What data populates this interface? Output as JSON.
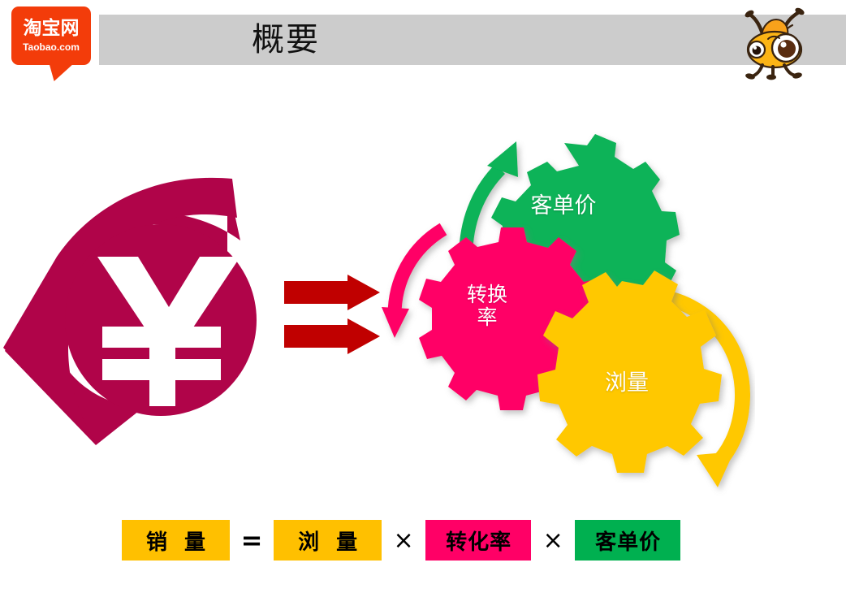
{
  "header": {
    "title": "概要",
    "bar_color": "#cccccc"
  },
  "logo": {
    "name": "taobao-logo",
    "cn_text": "淘宝网",
    "en_text": "Taobao.com",
    "color": "#f33c0a"
  },
  "mascot": {
    "name": "ant-mascot-icon",
    "body_color": "#FFAA00",
    "outline_color": "#3a2410"
  },
  "diagram": {
    "money_icon": {
      "name": "yen-money-icon",
      "symbol": "¥",
      "color": "#B00449"
    },
    "arrows": {
      "name": "double-right-arrow-icon",
      "color": "#C00000",
      "count": 2
    },
    "gears": [
      {
        "id": "green-gear",
        "label": "客单价",
        "color": "#00B050",
        "arrow_color": "#00B050",
        "arrow_direction": "up"
      },
      {
        "id": "pink-gear",
        "label_line1": "转换",
        "label_line2": "率",
        "label": "转换率",
        "color": "#FF0066",
        "arrow_color": "#FF0066",
        "arrow_direction": "down-left"
      },
      {
        "id": "yellow-gear",
        "label": "浏量",
        "color": "#FFC800",
        "arrow_color": "#FFC800",
        "arrow_direction": "clockwise-down"
      }
    ]
  },
  "formula": {
    "terms": [
      {
        "text": "销 量",
        "color": "#FFC000",
        "swatch": "yellow"
      },
      {
        "op": "="
      },
      {
        "text": "浏 量",
        "color": "#FFC000",
        "swatch": "yellow"
      },
      {
        "op": "×"
      },
      {
        "text": "转化率",
        "color": "#FF0066",
        "swatch": "pink"
      },
      {
        "op": "×"
      },
      {
        "text": "客单价",
        "color": "#00B050",
        "swatch": "green"
      }
    ],
    "sales_label": "销 量",
    "equals": "=",
    "views_label": "浏 量",
    "times_1": "×",
    "conversion_label": "转化率",
    "times_2": "×",
    "aov_label": "客单价"
  }
}
